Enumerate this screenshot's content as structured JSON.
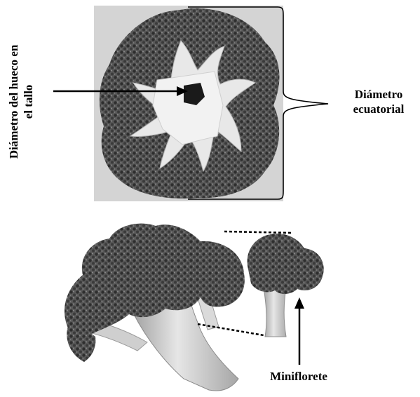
{
  "labels": {
    "stem_hole": [
      "Diámetro del hueco en",
      "el tallo"
    ],
    "equatorial": [
      "Diámetro",
      "ecuatorial"
    ],
    "miniflorete": "Miniflorete"
  },
  "colors": {
    "photo_background": "#d6d6d6",
    "floret_dark": "#3e3e3e",
    "floret_mid": "#6a6a6a",
    "stem_light": "#e4e4e4",
    "stem_shade": "#b8b8b8",
    "annotation": "#000000"
  }
}
